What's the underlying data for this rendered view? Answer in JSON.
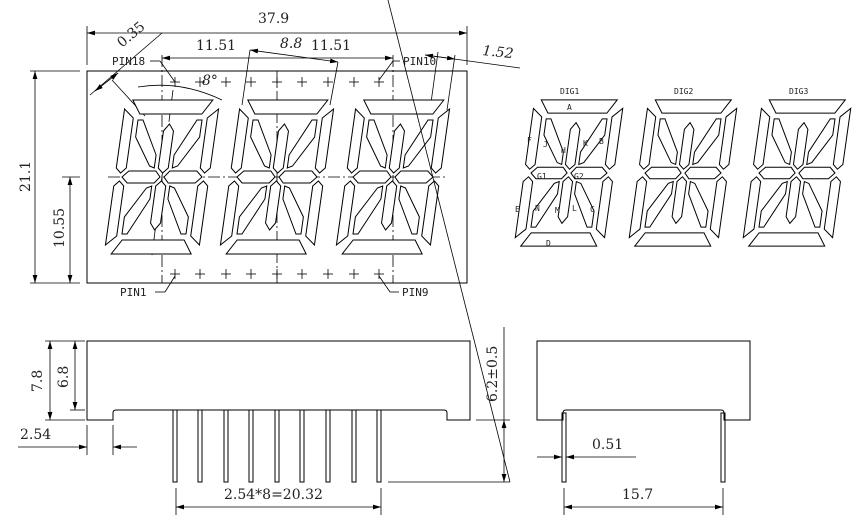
{
  "top_view": {
    "overall_width": "37.9",
    "chamfer": "0.35",
    "digit_pitch_1": "11.51",
    "digit_pitch_2": "11.51",
    "digit_height_label": "8.8",
    "offset": "1.52",
    "angle": "8°",
    "height": "21.1",
    "half_height": "10.55",
    "pin_labels": {
      "pin18": "PIN18",
      "pin10": "PIN10",
      "pin1": "PIN1",
      "pin9": "PIN9"
    }
  },
  "segment_diagram": {
    "digits": [
      "DIG1",
      "DIG2",
      "DIG3"
    ],
    "segments": {
      "A": "A",
      "B": "B",
      "C": "C",
      "D": "D",
      "E": "E",
      "F": "F",
      "G1": "G1",
      "G2": "G2",
      "H": "H",
      "J": "J",
      "K": "K",
      "L": "L",
      "M": "M",
      "N": "N"
    }
  },
  "side_view": {
    "total_height": "7.8",
    "body_height": "6.8",
    "edge_offset": "2.54",
    "pin_length": "6.2±0.5",
    "pin_span": "2.54*8=20.32"
  },
  "end_view": {
    "pin_width": "0.51",
    "row_spacing": "15.7"
  }
}
